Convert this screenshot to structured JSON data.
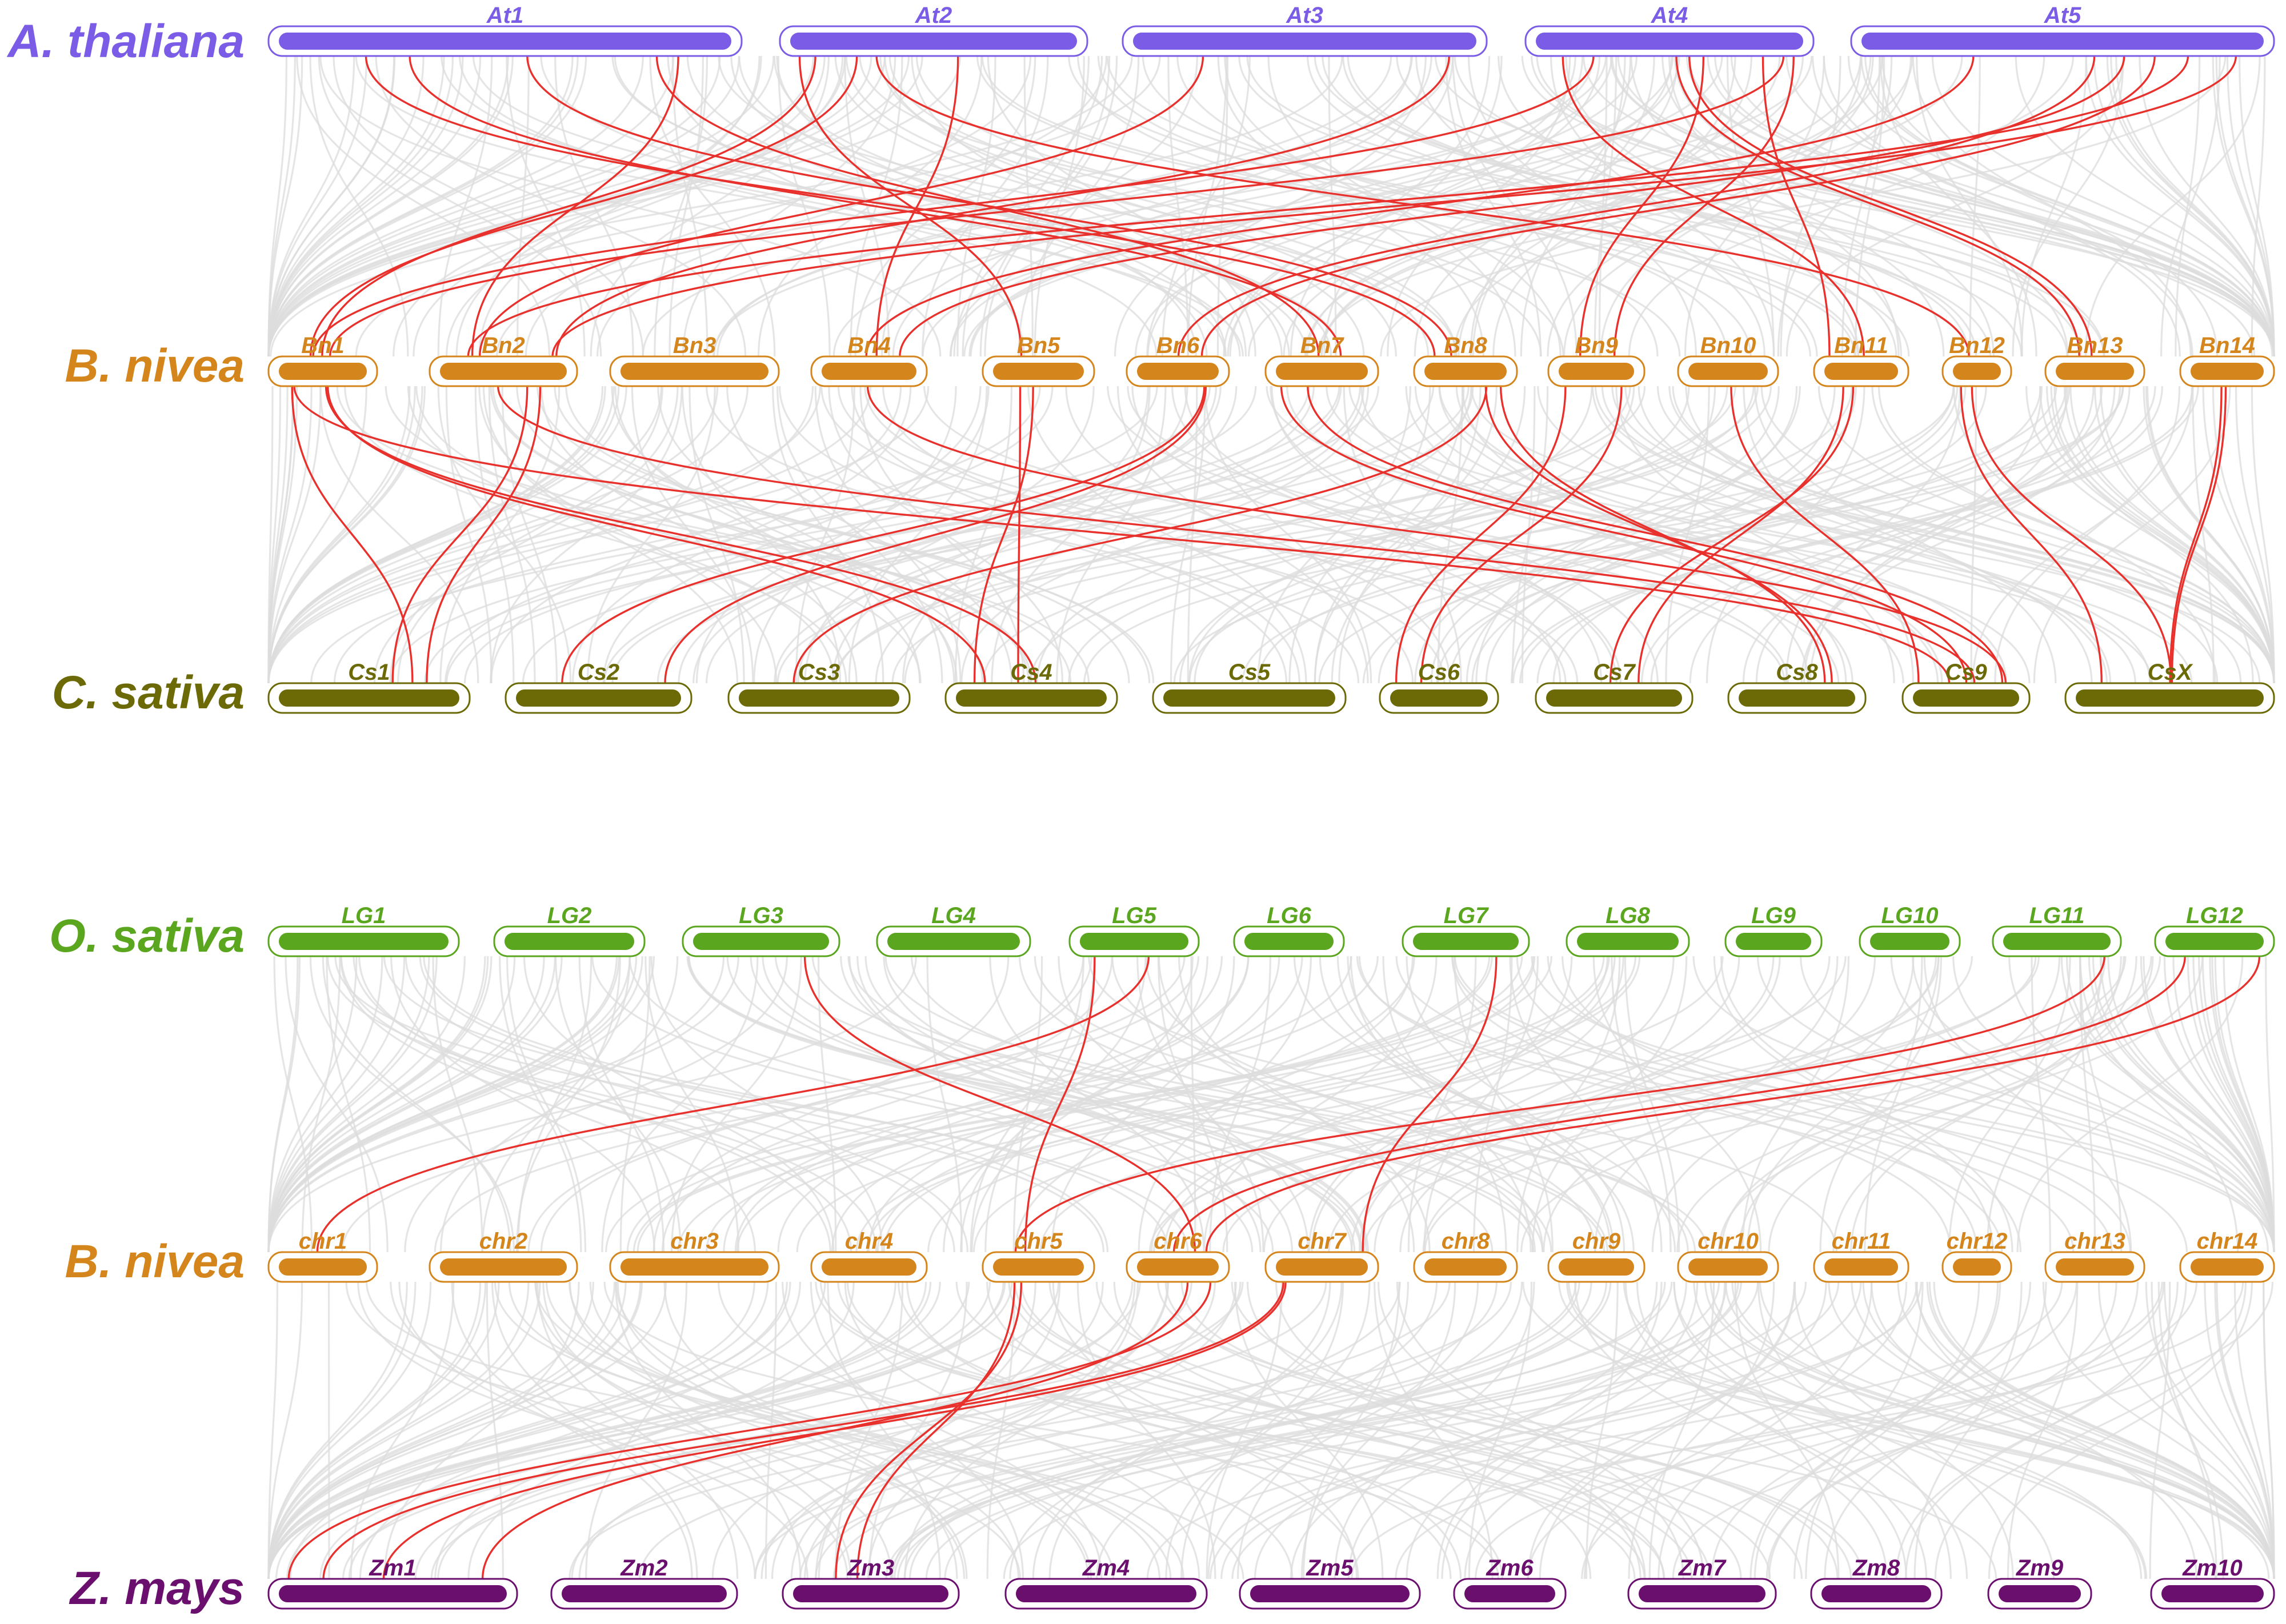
{
  "panels": [
    {
      "tracks": [
        {
          "species": "A. thaliana",
          "color": "#7B5CE6",
          "chromosomes": [
            "At1",
            "At2",
            "At3",
            "At4",
            "At5"
          ]
        },
        {
          "species": "B. nivea",
          "color": "#D4861C",
          "chromosomes": [
            "Bn1",
            "Bn2",
            "Bn3",
            "Bn4",
            "Bn5",
            "Bn6",
            "Bn7",
            "Bn8",
            "Bn9",
            "Bn10",
            "Bn11",
            "Bn12",
            "Bn13",
            "Bn14"
          ]
        },
        {
          "species": "C. sativa",
          "color": "#6B6A06",
          "chromosomes": [
            "Cs1",
            "Cs2",
            "Cs3",
            "Cs4",
            "Cs5",
            "Cs6",
            "Cs7",
            "Cs8",
            "Cs9",
            "CsX"
          ]
        }
      ]
    },
    {
      "tracks": [
        {
          "species": "O. sativa",
          "color": "#5AA61E",
          "chromosomes": [
            "LG1",
            "LG2",
            "LG3",
            "LG4",
            "LG5",
            "LG6",
            "LG7",
            "LG8",
            "LG9",
            "LG10",
            "LG11",
            "LG12"
          ]
        },
        {
          "species": "B. nivea",
          "color": "#D4861C",
          "chromosomes": [
            "chr1",
            "chr2",
            "chr3",
            "chr4",
            "chr5",
            "chr6",
            "chr7",
            "chr8",
            "chr9",
            "chr10",
            "chr11",
            "chr12",
            "chr13",
            "chr14"
          ]
        },
        {
          "species": "Z. mays",
          "color": "#6A0F6E",
          "chromosomes": [
            "Zm1",
            "Zm2",
            "Zm3",
            "Zm4",
            "Zm5",
            "Zm6",
            "Zm7",
            "Zm8",
            "Zm9",
            "Zm10"
          ]
        }
      ]
    }
  ],
  "link_colors": {
    "highlight": "#E8312C",
    "background": "#DCDCDC"
  },
  "highlight_links": [
    {
      "from": "At1",
      "to": "Bn2"
    },
    {
      "from": "At1",
      "to": "Bn7"
    },
    {
      "from": "At1",
      "to": "Bn8"
    },
    {
      "from": "At2",
      "to": "Bn1"
    },
    {
      "from": "At2",
      "to": "Bn4"
    },
    {
      "from": "At2",
      "to": "Bn5"
    },
    {
      "from": "At2",
      "to": "Bn12"
    },
    {
      "from": "At3",
      "to": "Bn2"
    },
    {
      "from": "At4",
      "to": "Bn1"
    },
    {
      "from": "At4",
      "to": "Bn9"
    },
    {
      "from": "At4",
      "to": "Bn11"
    },
    {
      "from": "At4",
      "to": "Bn13"
    },
    {
      "from": "At5",
      "to": "Bn2"
    },
    {
      "from": "At5",
      "to": "Bn4"
    },
    {
      "from": "At5",
      "to": "Bn6"
    },
    {
      "from": "Bn1",
      "to": "Cs1"
    },
    {
      "from": "Bn1",
      "to": "Cs4"
    },
    {
      "from": "Bn1",
      "to": "Cs9"
    },
    {
      "from": "Bn2",
      "to": "Cs1"
    },
    {
      "from": "Bn2",
      "to": "Cs9"
    },
    {
      "from": "Bn4",
      "to": "Cs9"
    },
    {
      "from": "Bn5",
      "to": "Cs4"
    },
    {
      "from": "Bn6",
      "to": "Cs2"
    },
    {
      "from": "Bn7",
      "to": "Cs9"
    },
    {
      "from": "Bn8",
      "to": "Cs3"
    },
    {
      "from": "Bn8",
      "to": "Cs8"
    },
    {
      "from": "Bn9",
      "to": "Cs6"
    },
    {
      "from": "Bn10",
      "to": "Cs9"
    },
    {
      "from": "Bn11",
      "to": "Cs7"
    },
    {
      "from": "Bn12",
      "to": "CsX"
    },
    {
      "from": "Bn14",
      "to": "CsX"
    },
    {
      "from": "LG3",
      "to": "chr6"
    },
    {
      "from": "LG5",
      "to": "chr1"
    },
    {
      "from": "LG5",
      "to": "chr5"
    },
    {
      "from": "LG7",
      "to": "chr7"
    },
    {
      "from": "LG11",
      "to": "chr5"
    },
    {
      "from": "LG12",
      "to": "chr6"
    },
    {
      "from": "chr5",
      "to": "Zm3"
    },
    {
      "from": "chr6",
      "to": "Zm1"
    },
    {
      "from": "chr7",
      "to": "Zm1"
    }
  ]
}
